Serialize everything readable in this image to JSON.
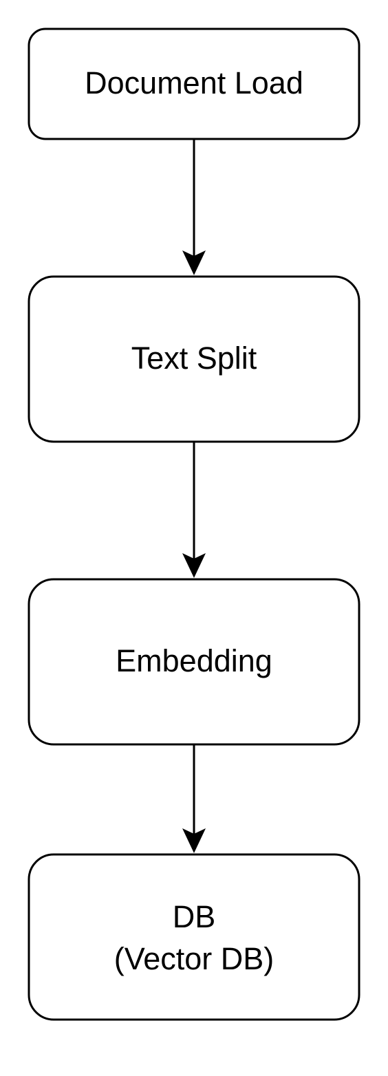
{
  "diagram": {
    "nodes": [
      {
        "id": "document-load",
        "lines": [
          "Document Load"
        ]
      },
      {
        "id": "text-split",
        "lines": [
          "Text Split"
        ]
      },
      {
        "id": "embedding",
        "lines": [
          "Embedding"
        ]
      },
      {
        "id": "vector-db",
        "lines": [
          "DB",
          "(Vector DB)"
        ]
      }
    ],
    "edges": [
      {
        "from": "document-load",
        "to": "text-split"
      },
      {
        "from": "text-split",
        "to": "embedding"
      },
      {
        "from": "embedding",
        "to": "vector-db"
      }
    ]
  }
}
